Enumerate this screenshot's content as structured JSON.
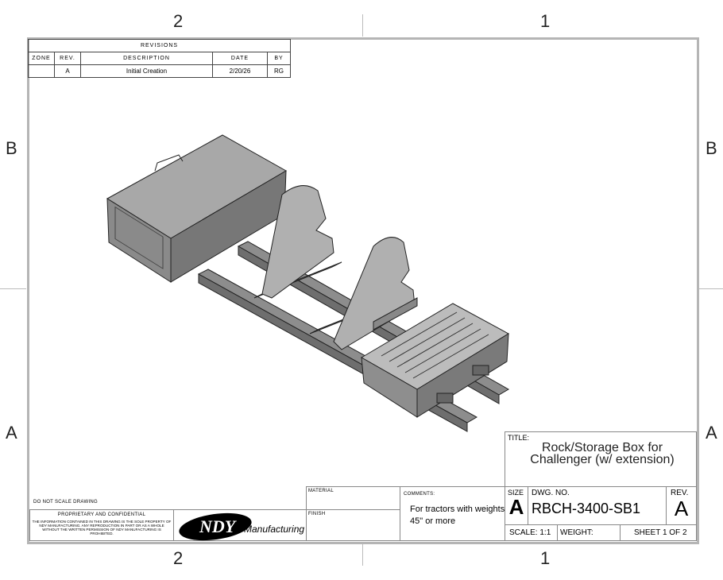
{
  "zones": {
    "top": [
      "2",
      "1"
    ],
    "bottom": [
      "2",
      "1"
    ],
    "left": [
      "B",
      "A"
    ],
    "right": [
      "B",
      "A"
    ]
  },
  "revisions": {
    "title": "REVISIONS",
    "headers": [
      "ZONE",
      "REV.",
      "DESCRIPTION",
      "DATE",
      "BY"
    ],
    "rows": [
      {
        "zone": "",
        "rev": "A",
        "description": "Initial Creation",
        "date": "2/20/26",
        "by": "RG"
      }
    ]
  },
  "title_block": {
    "do_not_scale": "DO NOT SCALE DRAWING",
    "proprietary_title": "PROPRIETARY AND CONFIDENTIAL",
    "proprietary_text": "THE INFORMATION CONTAINED IN THIS DRAWING IS THE SOLE PROPERTY OF NDY MANUFACTURING. ANY REPRODUCTION IN PART OR AS A WHOLE WITHOUT THE WRITTEN PERMISSION OF NDY MANUFACTURING IS PROHIBITED.",
    "logo_text": "NDY",
    "logo_sub": "Manufacturing",
    "material_label": "MATERIAL",
    "finish_label": "FINISH",
    "comments_label": "COMMENTS:",
    "comments": "For tractors with weights 45\" or more",
    "title_label": "TITLE:",
    "title": "Rock/Storage Box for Challenger (w/ extension)",
    "size_label": "SIZE",
    "size": "A",
    "dwg_no_label": "DWG.  NO.",
    "dwg_no": "RBCH-3400-SB1",
    "rev_label": "REV.",
    "rev": "A",
    "scale": "SCALE: 1:1",
    "weight": "WEIGHT:",
    "sheet": "SHEET 1 OF 2"
  }
}
